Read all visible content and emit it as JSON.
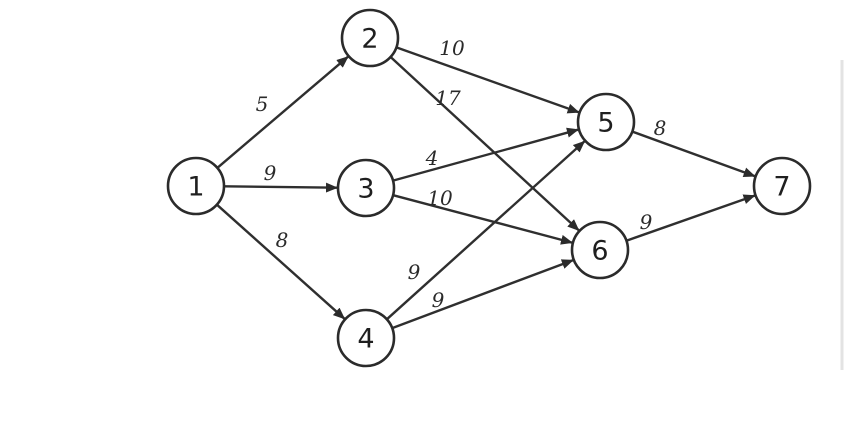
{
  "diagram": {
    "type": "directed-weighted-network",
    "colors": {
      "ink": "#2b2b2b",
      "background": "#ffffff"
    },
    "nodes": [
      {
        "id": "1",
        "label": "1"
      },
      {
        "id": "2",
        "label": "2"
      },
      {
        "id": "3",
        "label": "3"
      },
      {
        "id": "4",
        "label": "4"
      },
      {
        "id": "5",
        "label": "5"
      },
      {
        "id": "6",
        "label": "6"
      },
      {
        "id": "7",
        "label": "7"
      }
    ],
    "edges": [
      {
        "from": "1",
        "to": "2",
        "weight": "5"
      },
      {
        "from": "1",
        "to": "3",
        "weight": "9"
      },
      {
        "from": "1",
        "to": "4",
        "weight": "8"
      },
      {
        "from": "2",
        "to": "5",
        "weight": "10"
      },
      {
        "from": "2",
        "to": "6",
        "weight": "17"
      },
      {
        "from": "3",
        "to": "5",
        "weight": "4"
      },
      {
        "from": "3",
        "to": "6",
        "weight": "10"
      },
      {
        "from": "4",
        "to": "5",
        "weight": "9"
      },
      {
        "from": "4",
        "to": "6",
        "weight": "9"
      },
      {
        "from": "5",
        "to": "7",
        "weight": "8"
      },
      {
        "from": "6",
        "to": "7",
        "weight": "9"
      }
    ]
  }
}
